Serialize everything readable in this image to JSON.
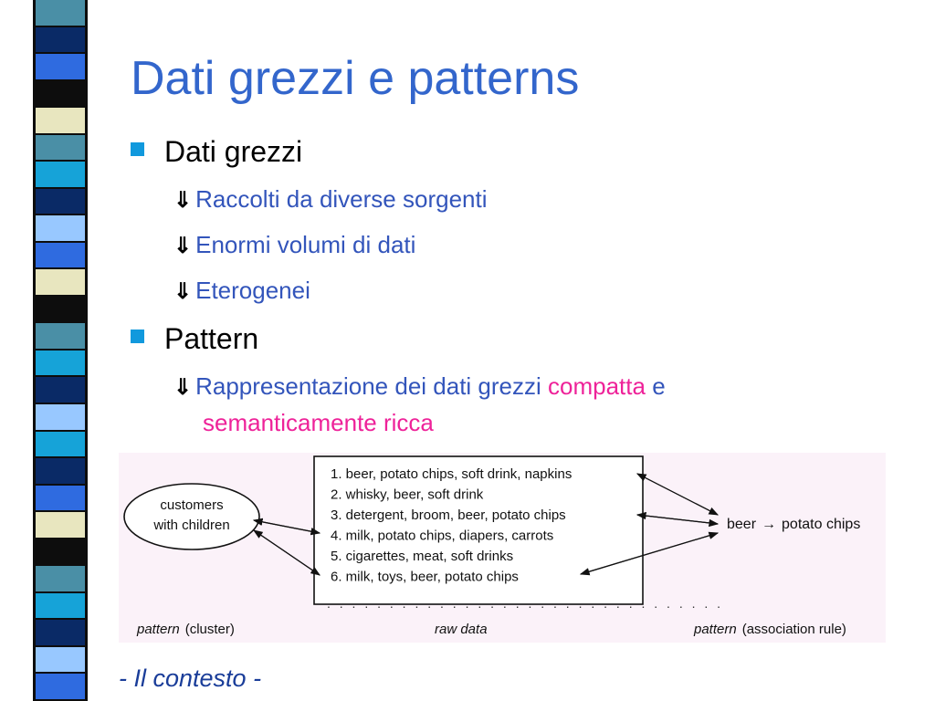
{
  "slide": {
    "title": "Dati grezzi e patterns",
    "footer": "- Il contesto -"
  },
  "bullets": [
    {
      "label": "Dati grezzi",
      "subitems": [
        "Raccolti da diverse sorgenti",
        "Enormi volumi di dati",
        "Eterogenei"
      ]
    },
    {
      "label": "Pattern",
      "subitem": {
        "part1": "Rappresentazione dei dati grezzi ",
        "part2": "compatta",
        "part3": " e",
        "line2": "semanticamente ricca"
      }
    }
  ],
  "figure": {
    "cluster_label_1": "customers",
    "cluster_label_2": "with children",
    "raw_data": [
      "1. beer, potato chips, soft drink, napkins",
      "2. whisky, beer, soft drink",
      "3. detergent, broom, beer, potato chips",
      "4. milk, potato chips, diapers, carrots",
      "5. cigarettes, meat, soft drinks",
      "6. milk, toys, beer, potato chips"
    ],
    "rule_lhs": "beer",
    "rule_rhs": "potato chips",
    "caption_left_italic": "pattern",
    "caption_left_rest": "(cluster)",
    "caption_center": "raw data",
    "caption_right_italic": "pattern",
    "caption_right_rest": "(association rule)"
  },
  "colors": {
    "title": "#3366cc",
    "subtext": "#3355bb",
    "highlight": "#ee2299",
    "bullet_square": "#1199dd",
    "figure_bg": "#fbf2f9"
  },
  "stripe_colors": [
    "#4a8fa6",
    "#0a2a66",
    "#2f6be0",
    "#0d0d0d",
    "#e8e6bf",
    "#4a8fa6",
    "#16a3d8",
    "#0a2a66",
    "#98c8ff",
    "#2f6be0",
    "#e8e6bf",
    "#0d0d0d",
    "#4a8fa6",
    "#16a3d8",
    "#0a2a66",
    "#98c8ff",
    "#16a3d8",
    "#0a2a66",
    "#2f6be0",
    "#e8e6bf",
    "#0d0d0d",
    "#4a8fa6",
    "#16a3d8",
    "#0a2a66",
    "#98c8ff",
    "#2f6be0"
  ]
}
